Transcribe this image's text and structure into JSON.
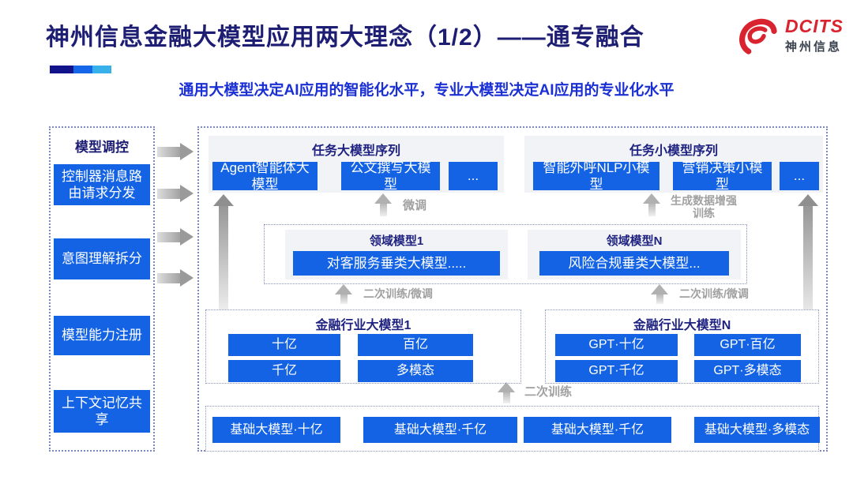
{
  "header": {
    "title": "神州信息金融大模型应用两大理念（1/2）——通专融合",
    "subtitle": "通用大模型决定AI应用的智能化水平，专业大模型决定AI应用的专业化水平",
    "logo": {
      "brand": "DCITS",
      "brand_cn": "神州信息",
      "icon": "dcits-swirl-icon"
    }
  },
  "sidebar": {
    "title": "模型调控",
    "items": [
      "控制器消息路由请求分发",
      "意图理解拆分",
      "模型能力注册",
      "上下文记忆共享"
    ]
  },
  "task_large": {
    "title": "任务大模型序列",
    "items": [
      "Agent智能体大模型",
      "公文撰写大模型",
      "..."
    ]
  },
  "task_small": {
    "title": "任务小模型序列",
    "items": [
      "智能外呼NLP小模型",
      "营销决策小模型",
      "..."
    ]
  },
  "domain": {
    "groups": [
      {
        "title": "领域模型1",
        "model": "对客服务垂类大模型....."
      },
      {
        "title": "领域模型N",
        "model": "风险合规垂类大模型..."
      }
    ]
  },
  "industry": {
    "groups": [
      {
        "title": "金融行业大模型1",
        "items": [
          "十亿",
          "百亿",
          "千亿",
          "多模态"
        ]
      },
      {
        "title": "金融行业大模型N",
        "items": [
          "GPT·十亿",
          "GPT·百亿",
          "GPT·千亿",
          "GPT·多模态"
        ]
      }
    ]
  },
  "base": {
    "items": [
      "基础大模型·十亿",
      "基础大模型·千亿",
      "基础大模型·千亿",
      "基础大模型·多模态"
    ]
  },
  "arrows": {
    "fine_tune": "微调",
    "gen_data_train": "生成数据增强训练",
    "retrain_ft_left": "二次训练/微调",
    "retrain_ft_right": "二次训练/微调",
    "retrain": "二次训练"
  },
  "colors": {
    "accent_blue": "#1463e4",
    "title_navy": "#1d1e73",
    "subtitle_blue": "#1a2fd4",
    "logo_red": "#d9232e",
    "arrow_gray": "#9a9a9a"
  }
}
